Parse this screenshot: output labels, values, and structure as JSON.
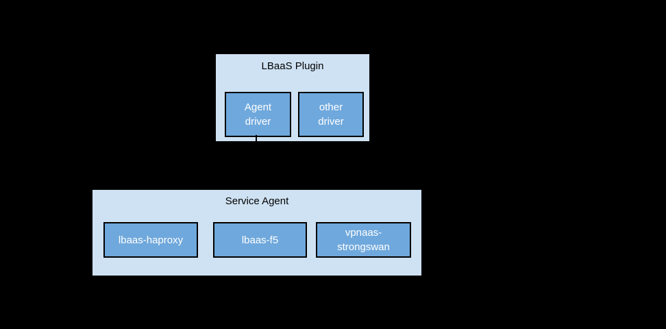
{
  "canvas": {
    "background_color": "#000000"
  },
  "colors": {
    "group_fill": "#cfe2f3",
    "node_fill": "#6fa8dc",
    "border": "#000000",
    "group_title_text": "#000000",
    "node_text": "#ffffff"
  },
  "diagram": {
    "plugin_group": {
      "title": "LBaaS Plugin",
      "children": [
        {
          "label": "Agent\ndriver"
        },
        {
          "label": "other\ndriver"
        }
      ]
    },
    "connector": {
      "from": "Agent driver",
      "to": "Service Agent"
    },
    "agent_group": {
      "title": "Service Agent",
      "children": [
        {
          "label": "lbaas-haproxy"
        },
        {
          "label": "lbaas-f5"
        },
        {
          "label": "vpnaas-\nstrongswan"
        }
      ]
    }
  }
}
